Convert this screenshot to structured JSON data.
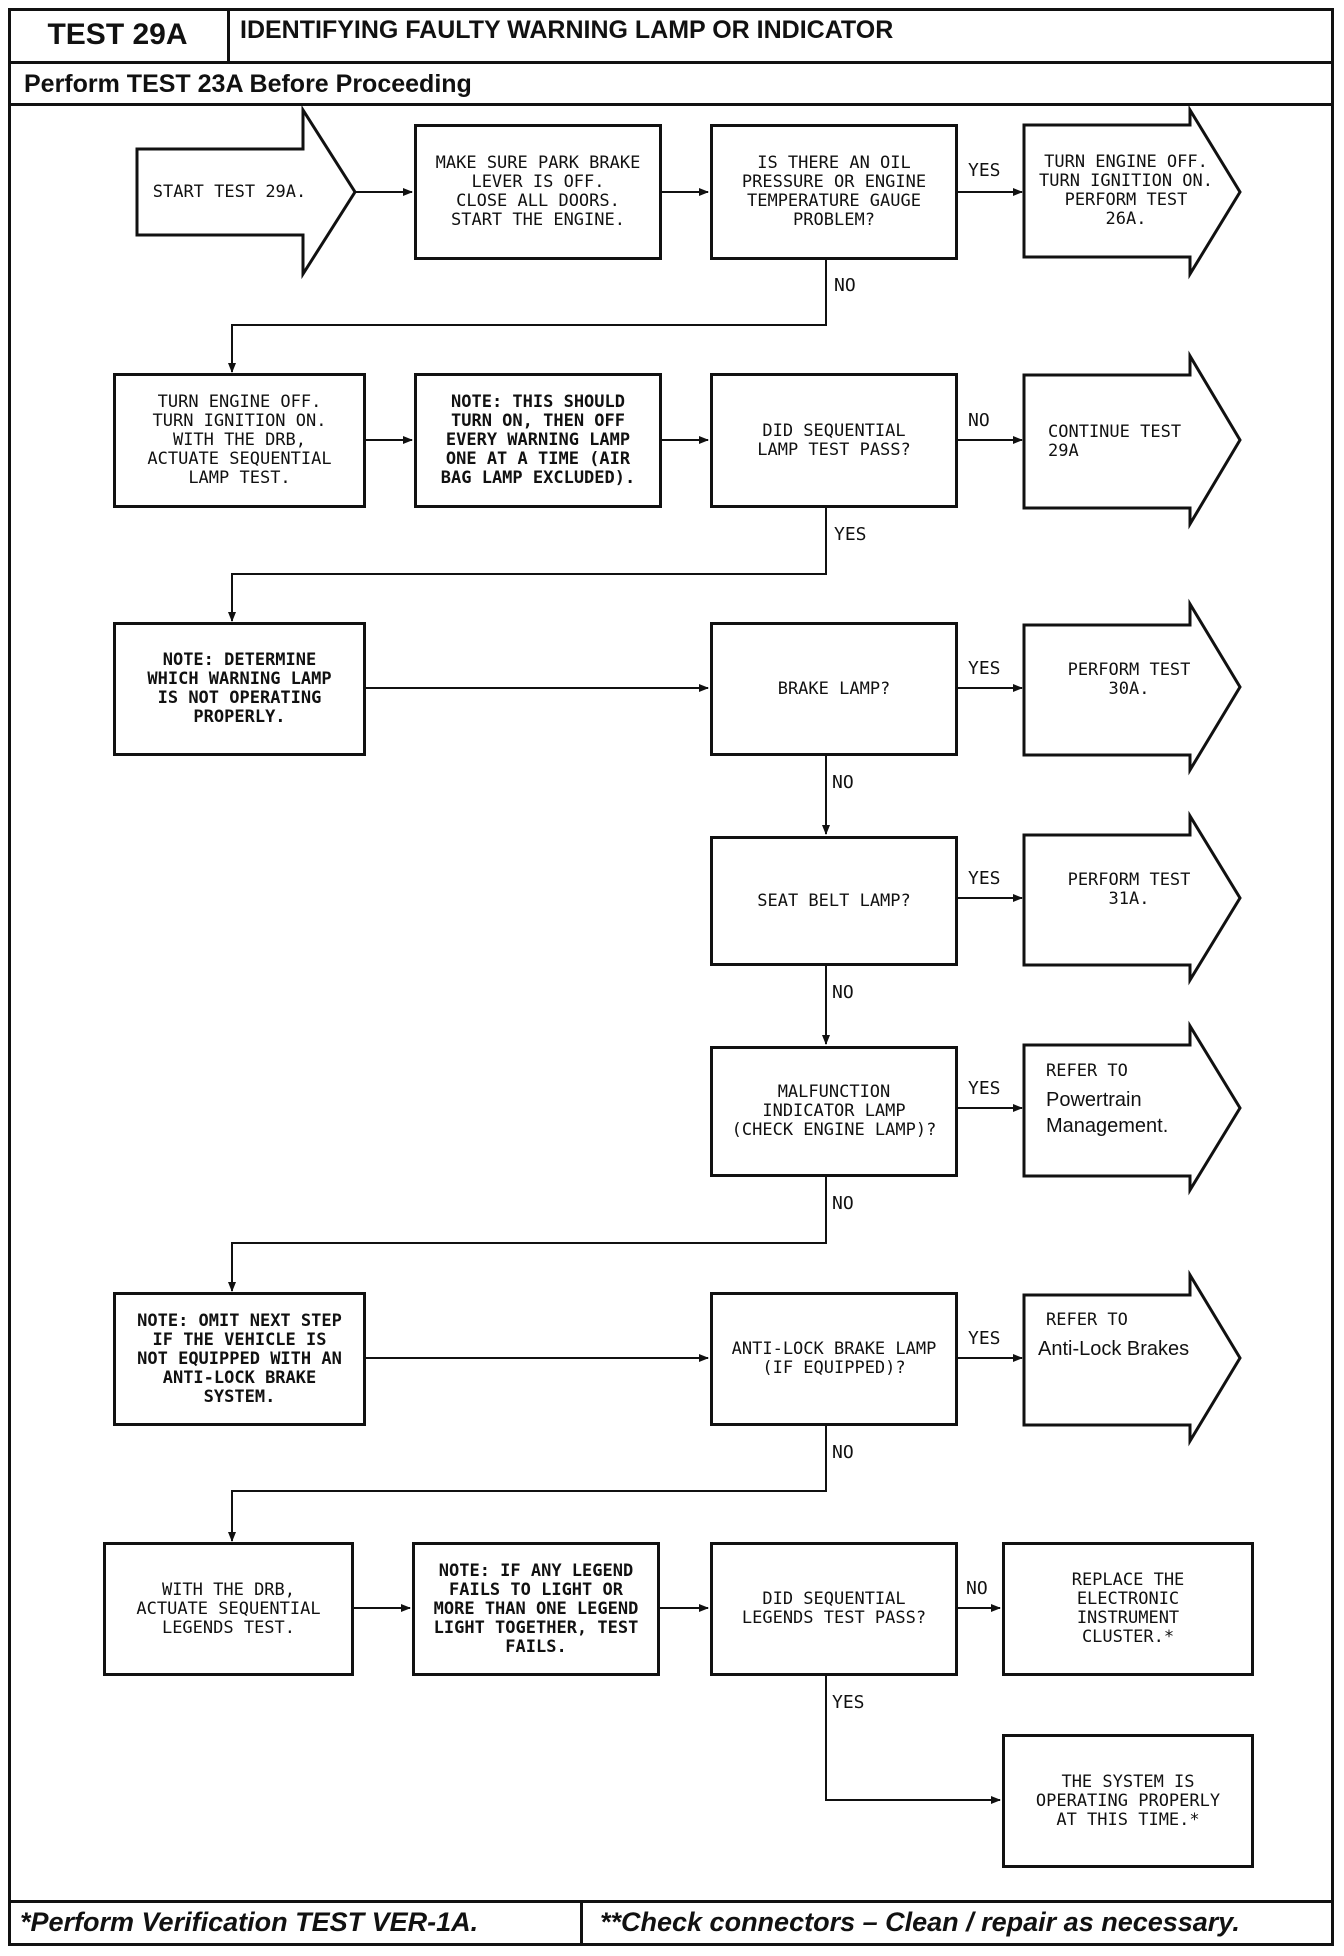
{
  "header": {
    "test_id": "TEST 29A",
    "title": "IDENTIFYING FAULTY WARNING LAMP OR INDICATOR",
    "prerequisite": "Perform TEST 23A Before Proceeding"
  },
  "footer": {
    "left_note": "*Perform Verification TEST VER-1A.",
    "right_note": "**Check connectors – Clean / repair as necessary."
  },
  "nodes": {
    "start": "START TEST 29A.",
    "park_brake": "MAKE SURE PARK BRAKE\nLEVER IS OFF.\nCLOSE ALL DOORS.\nSTART THE ENGINE.",
    "oil_question": "IS THERE AN OIL\nPRESSURE OR ENGINE\nTEMPERATURE GAUGE\nPROBLEM?",
    "perform_26a": "TURN ENGINE OFF.\nTURN IGNITION ON.\nPERFORM TEST\n26A.",
    "actuate_lamp": "TURN ENGINE OFF.\nTURN IGNITION ON.\nWITH THE DRB,\nACTUATE SEQUENTIAL\nLAMP TEST.",
    "note_sequence": "NOTE: THIS SHOULD\nTURN ON, THEN OFF\nEVERY WARNING LAMP\nONE AT A TIME (AIR\nBAG LAMP EXCLUDED).",
    "lamp_test_question": "DID SEQUENTIAL\nLAMP TEST PASS?",
    "continue_29a": "CONTINUE TEST\n29A",
    "note_determine": "NOTE: DETERMINE\nWHICH WARNING LAMP\nIS NOT OPERATING\nPROPERLY.",
    "brake_question": "BRAKE LAMP?",
    "perform_30a": "PERFORM TEST\n30A.",
    "seatbelt_question": "SEAT BELT LAMP?",
    "perform_31a": "PERFORM TEST\n31A.",
    "mil_question": "MALFUNCTION\nINDICATOR LAMP\n(CHECK ENGINE LAMP)?",
    "refer_powertrain_label": "REFER TO",
    "refer_powertrain_target": "Powertrain\nManagement.",
    "note_omit": "NOTE: OMIT NEXT STEP\nIF THE VEHICLE IS\nNOT EQUIPPED WITH AN\nANTI-LOCK BRAKE\nSYSTEM.",
    "abs_question": "ANTI-LOCK BRAKE LAMP\n(IF EQUIPPED)?",
    "refer_abs_label": "REFER TO",
    "refer_abs_target": "Anti-Lock Brakes",
    "actuate_legends": "WITH THE DRB,\nACTUATE SEQUENTIAL\nLEGENDS TEST.",
    "note_legend": "NOTE: IF ANY LEGEND\nFAILS TO LIGHT OR\nMORE THAN ONE LEGEND\nLIGHT TOGETHER, TEST\nFAILS.",
    "legends_question": "DID SEQUENTIAL\nLEGENDS TEST PASS?",
    "replace_cluster": "REPLACE THE\nELECTRONIC\nINSTRUMENT\nCLUSTER.*",
    "system_ok": "THE SYSTEM IS\nOPERATING PROPERLY\nAT THIS TIME.*"
  },
  "edge_labels": {
    "oil_yes": "YES",
    "oil_no": "NO",
    "lamp_no": "NO",
    "lamp_yes": "YES",
    "brake_yes": "YES",
    "brake_no": "NO",
    "seatbelt_yes": "YES",
    "seatbelt_no": "NO",
    "mil_yes": "YES",
    "mil_no": "NO",
    "abs_yes": "YES",
    "abs_no": "NO",
    "legends_no": "NO",
    "legends_yes": "YES"
  }
}
